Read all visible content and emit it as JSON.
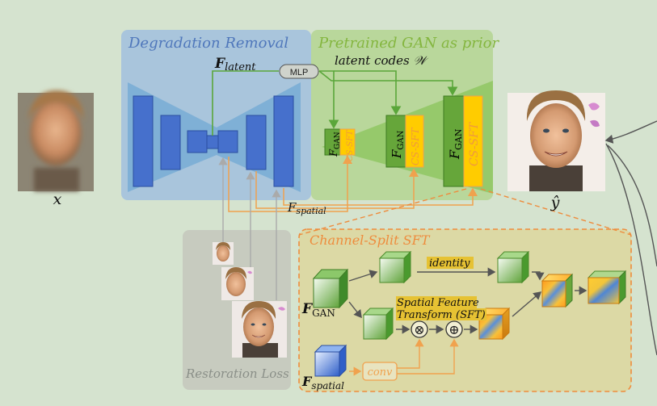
{
  "sections": {
    "degradation_removal": "Degradation Removal",
    "gan_prior": "Pretrained GAN as prior",
    "channel_split": "Channel-Split SFT",
    "restoration_loss": "Restoration Loss"
  },
  "labels": {
    "f_latent": "F",
    "f_latent_sub": "latent",
    "mlp": "MLP",
    "latent_codes": "latent codes 𝒲",
    "f_spatial": "F",
    "f_spatial_sub": "spatial",
    "x": "x",
    "y_hat": "ŷ",
    "f_gan": "F",
    "f_gan_sub": "GAN",
    "cs_sft": "CS-SFT",
    "identity": "identity",
    "sft_line1": "Spatial Feature",
    "sft_line2": "Transform (SFT)",
    "conv": "conv",
    "multiply": "⊗",
    "add": "⊕"
  },
  "colors": {
    "background": "#d5e3cf",
    "degradation_box": "#a9c5dc",
    "gan_box": "#b9d79b",
    "unet_blue": "#4670cc",
    "gan_green": "#66a63a",
    "sft_orange": "#f0a24e",
    "cs_yellow": "#ffcc00",
    "title_blue": "#4f77bb",
    "title_green": "#84b63f",
    "title_orange": "#ee8c3d",
    "loss_grey": "#c7cbbf"
  }
}
